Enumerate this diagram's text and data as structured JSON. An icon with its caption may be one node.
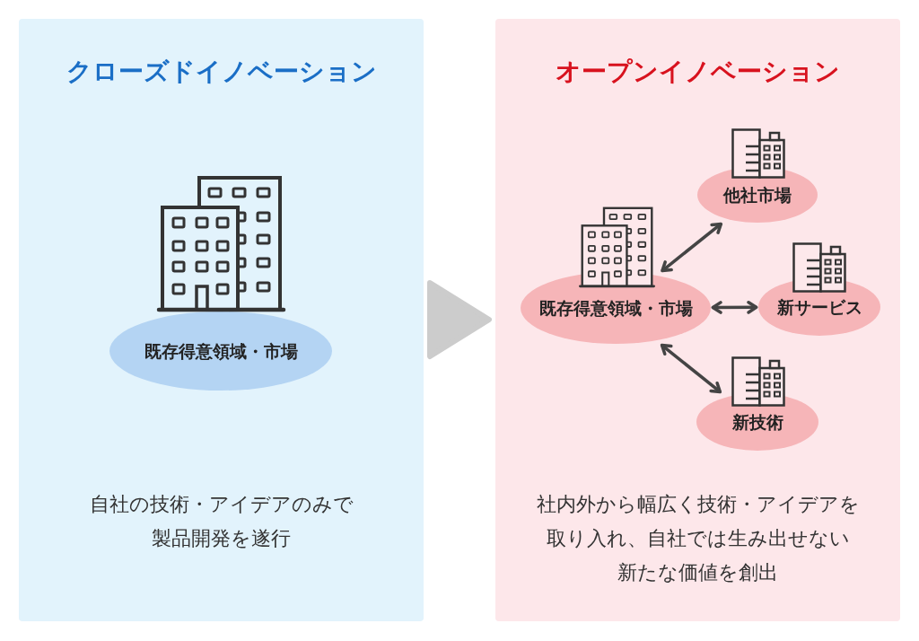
{
  "diagram": {
    "nodes": [
      {
        "text": [
          "クローズドイノベーション",
          "自社の技術・アイデアのみで製品開発を遂行"
        ]
      },
      {
        "text": [
          "既存得意領域・市場"
        ],
        "in": 0
      },
      {
        "text": [
          "オープンイノベーション",
          "社内外から幅広く技術・アイデアを取り入れ、自社では生み出せない新たな価値を創出"
        ]
      },
      {
        "text": [
          "既存得意領域・市場"
        ],
        "in": 2
      },
      {
        "text": [
          "他社市場"
        ],
        "in": 2
      },
      {
        "text": [
          "新サービス"
        ],
        "in": 2
      },
      {
        "text": [
          "新技術"
        ],
        "in": 2
      }
    ],
    "edges": [
      {
        "from": 0,
        "to": 2,
        "arrow": "to",
        "color": "#cccccc"
      },
      {
        "from": 3,
        "to": 4,
        "arrow": "both"
      },
      {
        "from": 3,
        "to": 5,
        "arrow": "both"
      },
      {
        "from": 3,
        "to": 6,
        "arrow": "both"
      }
    ]
  }
}
